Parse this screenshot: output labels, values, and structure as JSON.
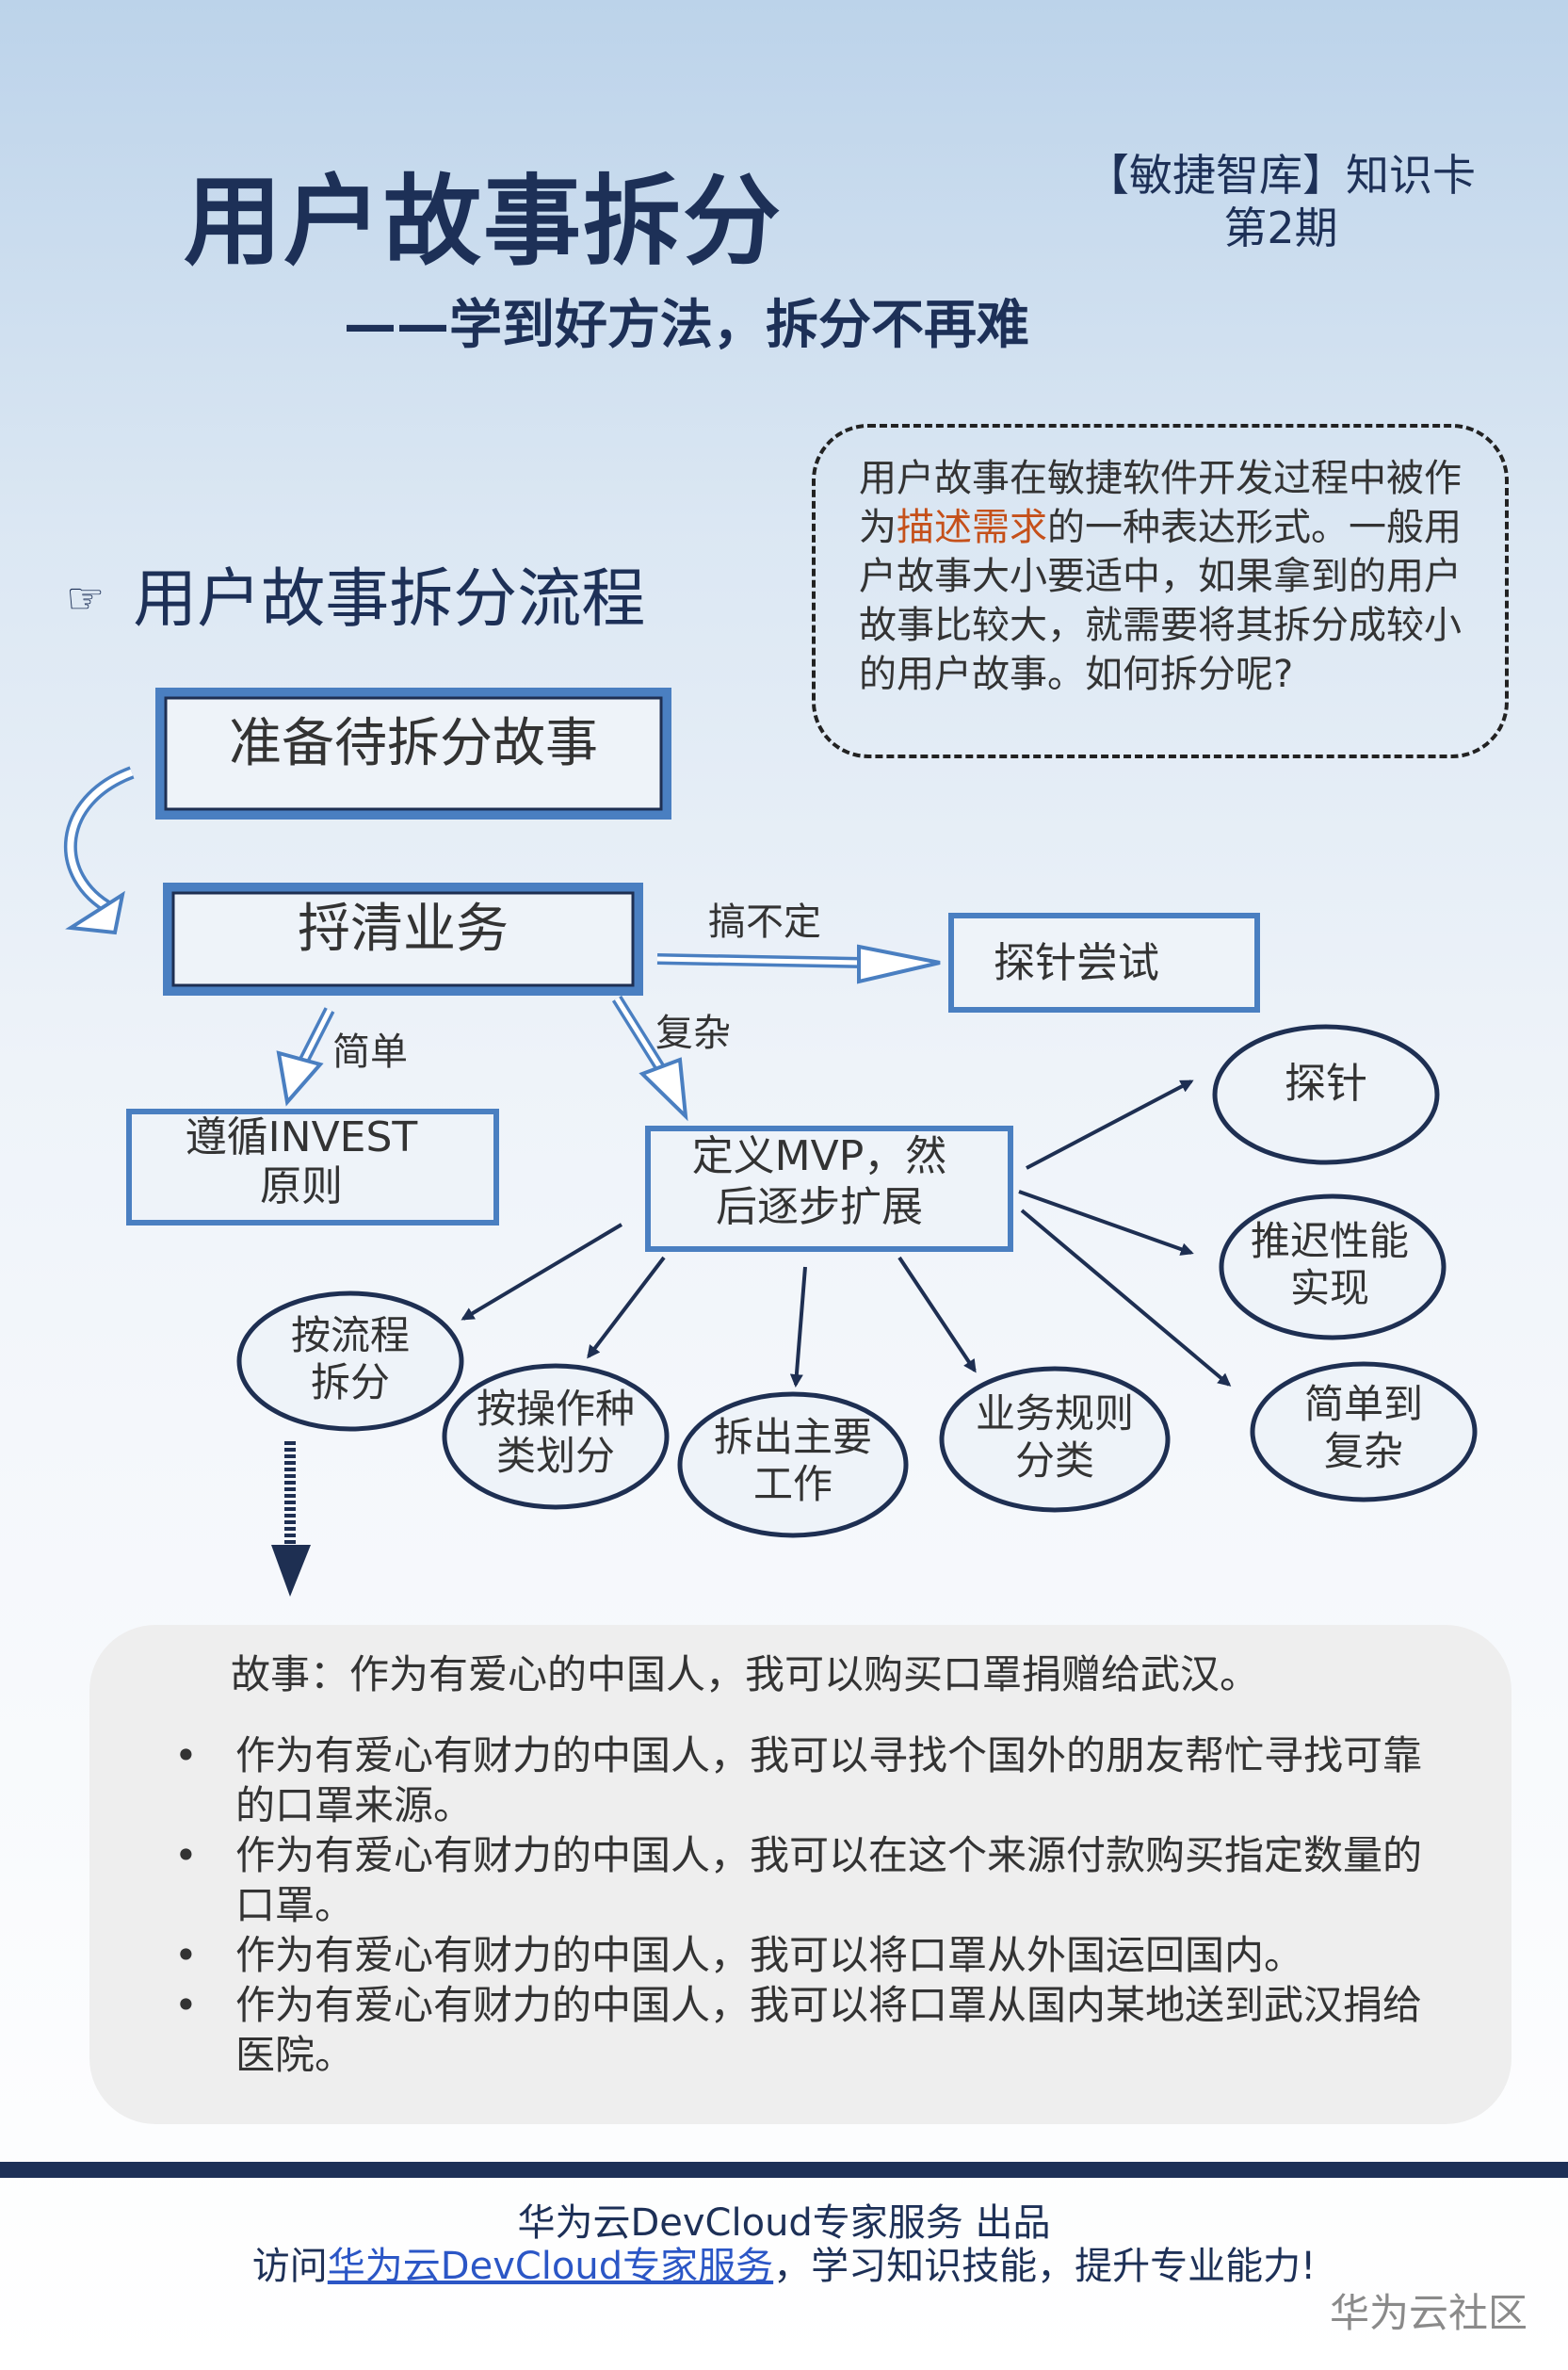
{
  "header": {
    "title": "用户故事拆分",
    "subtitle": "——学到好方法，拆分不再难",
    "issue_line1": "【敏捷智库】知识卡",
    "issue_line2": "第2期"
  },
  "intro": {
    "before": "用户故事在敏捷软件开发过程中被作为",
    "highlight": "描述需求",
    "after": "的一种表达形式。一般用户故事大小要适中，如果拿到的用户故事比较大，就需要将其拆分成较小的用户故事。如何拆分呢?",
    "highlight_color": "#c5501a"
  },
  "flow_heading": {
    "icon": "pointing-hand-icon",
    "label": "用户故事拆分流程"
  },
  "diagram": {
    "nodes": {
      "prepare": "准备待拆分故事",
      "clarify": "捋清业务",
      "spike_try": "探针尝试",
      "invest_l1": "遵循INVEST",
      "invest_l2": "原则",
      "mvp_l1": "定义MVP，然",
      "mvp_l2": "后逐步扩展",
      "spike": "探针",
      "defer_l1": "推迟性能",
      "defer_l2": "实现",
      "simple_l1": "简单到",
      "simple_l2": "复杂",
      "process_l1": "按流程",
      "process_l2": "拆分",
      "operation_l1": "按操作种",
      "operation_l2": "类划分",
      "main_l1": "拆出主要",
      "main_l2": "工作",
      "rules_l1": "业务规则",
      "rules_l2": "分类"
    },
    "edge_labels": {
      "unsure": "搞不定",
      "simple": "简单",
      "complex": "复杂"
    },
    "colors": {
      "box_border": "#4a7fc1",
      "ink": "#1e2f52"
    }
  },
  "story": {
    "title": "故事：作为有爱心的中国人，我可以购买口罩捐赠给武汉。",
    "items": [
      " 作为有爱心有财力的中国人，我可以寻找个国外的朋友帮忙寻找可靠的口罩来源。",
      "作为有爱心有财力的中国人，我可以在这个来源付款购买指定数量的口罩。",
      "作为有爱心有财力的中国人，我可以将口罩从外国运回国内。",
      "作为有爱心有财力的中国人，我可以将口罩从国内某地送到武汉捐给医院。"
    ]
  },
  "footer": {
    "line1": "华为云DevCloud专家服务 出品",
    "line2_before": "访问",
    "line2_link": "华为云DevCloud专家服务",
    "line2_after": "，学习知识技能，提升专业能力!",
    "community": "华为云社区"
  }
}
